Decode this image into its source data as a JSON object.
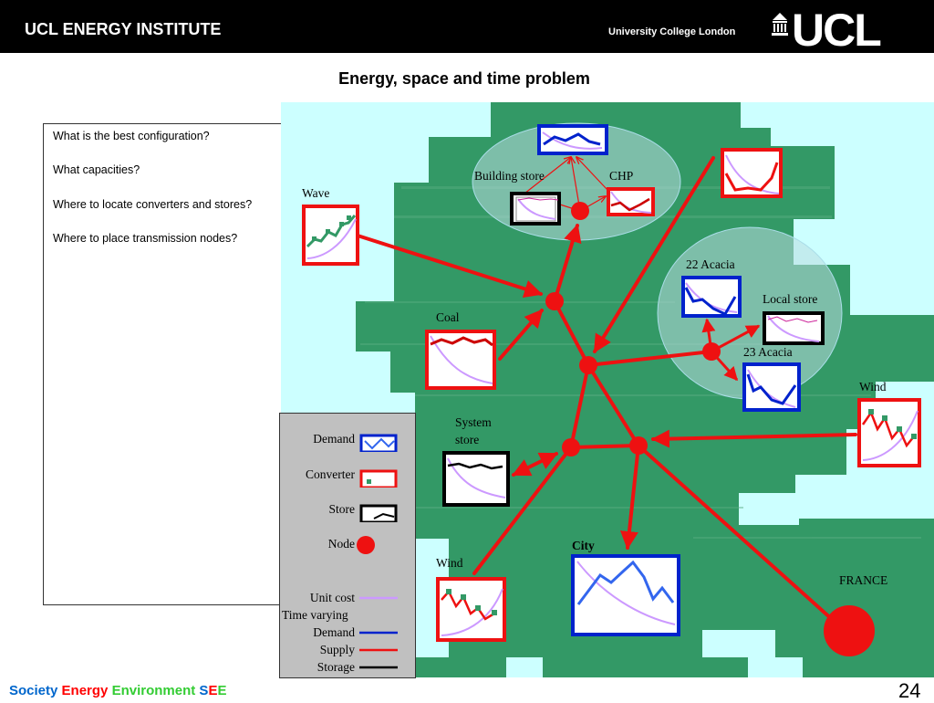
{
  "header": {
    "institute": "UCL ENERGY INSTITUTE",
    "university": "University College London",
    "logo_text": "UCL"
  },
  "title": "Energy, space and time problem",
  "questions": [
    "What is the best configuration?",
    "What capacities?",
    "Where to locate converters and stores?",
    "Where to place transmission nodes?"
  ],
  "map_labels": {
    "wave": "Wave",
    "building_store": "Building store",
    "chp": "CHP",
    "acacia22": "22 Acacia",
    "local_store": "Local store",
    "acacia23": "23 Acacia",
    "coal": "Coal",
    "wind_east": "Wind",
    "system_store_1": "System",
    "system_store_2": "store",
    "city": "City",
    "wind_south": "Wind",
    "france": "FRANCE"
  },
  "legend": {
    "demand": "Demand",
    "converter": "Converter",
    "store": "Store",
    "node": "Node",
    "unit_cost": "Unit cost",
    "time_varying": "Time varying",
    "demand_line": "Demand",
    "supply_line": "Supply",
    "storage_line": "Storage"
  },
  "footer": {
    "society": "Society",
    "energy": "Energy",
    "environment": "Environment",
    "see_s": "S",
    "see_e1": "E",
    "see_e2": "E"
  },
  "page_number": "24",
  "colors": {
    "sea": "#ccffff",
    "land": "#339966",
    "link": "#ee1111",
    "demand": "#0022cc",
    "unit_cost": "#cc99ff",
    "society": "#0066cc",
    "energy": "#ff0000",
    "environment": "#33cc33"
  }
}
